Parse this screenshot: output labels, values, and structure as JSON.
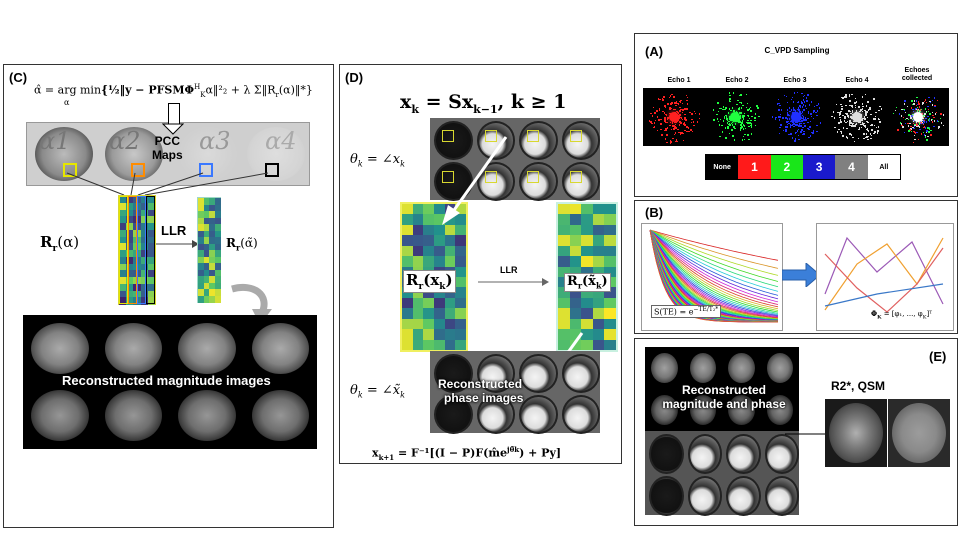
{
  "panel_c": {
    "label": "(C)",
    "equation_lhs": "α̂ = arg min",
    "equation_sub": "α",
    "equation_body": "{½‖y − PFSMΦ",
    "equation_sup": "H",
    "equation_subk": "K",
    "equation_tail": "α‖²₂ + λ Σ‖R",
    "equation_subr": "r",
    "equation_end": "(α)‖*}",
    "equation_sum_sub": "r",
    "alpha_labels": [
      "α1",
      "α2",
      "α3",
      "α4"
    ],
    "pcc_line1": "PCC",
    "pcc_line2": "Maps",
    "r_alpha": "R",
    "r_alpha_sub": "r",
    "r_alpha_arg": "(α)",
    "llr": "LLR",
    "r_alpha_tilde": "R",
    "r_alpha_tilde_sub": "r",
    "r_alpha_tilde_arg": "(α̃)",
    "recon_text": "Reconstructed magnitude images",
    "box_colors": [
      "#e6e600",
      "#ff8c00",
      "#3a78ff",
      "#000000"
    ]
  },
  "panel_d": {
    "label": "(D)",
    "title": "x",
    "title_sub": "k",
    "title_mid": " = Sx",
    "title_sub2": "k−1",
    "title_end": ", k ≥ 1",
    "theta_top": "θ",
    "theta_top_sub": "k",
    "theta_top_rhs": " = ∠x",
    "theta_top_rhs_sub": "k",
    "r_left": "R",
    "r_left_sub": "r",
    "r_left_arg": "(x",
    "r_left_arg_sub": "k",
    "r_left_close": ")",
    "llr": "LLR",
    "r_right": "R",
    "r_right_sub": "r",
    "r_right_arg": "(x̃",
    "r_right_arg_sub": "k",
    "r_right_close": ")",
    "theta_bot": "θ",
    "theta_bot_sub": "k",
    "theta_bot_rhs": " = ∠x̃",
    "theta_bot_rhs_sub": "k",
    "phase_text_line1": "Reconstructed",
    "phase_text_line2": "phase images",
    "bottom_eq": "x",
    "bottom_eq_sub": "k+1",
    "bottom_eq_rest": " = F⁻¹[(I − P)F(m̂e",
    "bottom_eq_sup": "jθ̃k",
    "bottom_eq_end": ") + Py]"
  },
  "panel_a": {
    "label": "(A)",
    "title": "C_VPD Sampling",
    "echo_labels": [
      "Echo 1",
      "Echo 2",
      "Echo 3",
      "Echo 4"
    ],
    "echo_collected_line1": "Echoes",
    "echo_collected_line2": "collected",
    "echo_colors": [
      "#ff2020",
      "#20ff40",
      "#2030ff",
      "#dddddd"
    ],
    "legend": [
      {
        "text": "None",
        "bg": "#000000",
        "fg": "#ffffff"
      },
      {
        "text": "1",
        "bg": "#ff1a1a",
        "fg": "#ffffff"
      },
      {
        "text": "2",
        "bg": "#19e619",
        "fg": "#ffffff"
      },
      {
        "text": "3",
        "bg": "#1a1acc",
        "fg": "#ffffff"
      },
      {
        "text": "4",
        "bg": "#808080",
        "fg": "#ffffff"
      },
      {
        "text": "All",
        "bg": "#ffffff",
        "fg": "#000000"
      }
    ]
  },
  "panel_b": {
    "label": "(B)",
    "signal_eq": "S(TE) = e",
    "signal_eq_sup": "−TE/T₂*",
    "basis_eq": "Φ",
    "basis_eq_sub": "K",
    "basis_eq_rhs": " = [φ₁, ..., φ",
    "basis_eq_rhs_sub": "K",
    "basis_eq_end": "]ᵀ",
    "arrow_color": "#3b7fd9"
  },
  "panel_e": {
    "label": "(E)",
    "recon_line1": "Reconstructed",
    "recon_line2": "magnitude and phase",
    "r2_title": "R2*, QSM"
  }
}
